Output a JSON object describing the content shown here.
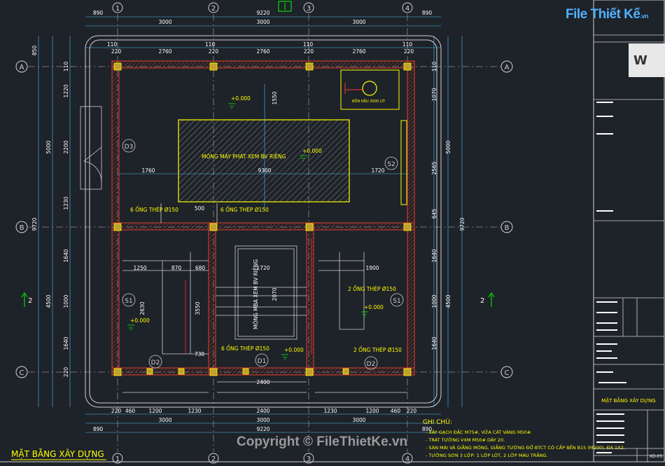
{
  "colors": {
    "bg": "#1e2229",
    "wall": "#c0392b",
    "dim": "#4fc3f7",
    "text": "#ffffff",
    "yellow": "#ffff00",
    "green": "#00ff00",
    "grid": "#8a8a8a"
  },
  "drawing_title": "MẶT BẰNG XÂY DỰNG",
  "watermark": {
    "logo_main": "File Thiết Kế",
    "logo_suffix": ".vn",
    "copyright": "Copyright © FileThietKe.vn"
  },
  "grid_cols": [
    "1",
    "2",
    "3",
    "4"
  ],
  "grid_rows": [
    "A",
    "B",
    "C"
  ],
  "dims_top": {
    "overall": "9220",
    "left_margin": "890",
    "right_margin": "890",
    "bays": [
      "3000",
      "3000",
      "3000"
    ],
    "col_segments": [
      "110",
      "110",
      "110",
      "110"
    ],
    "inner": [
      "220",
      "2760",
      "220",
      "2760",
      "220",
      "2760",
      "220"
    ]
  },
  "dims_bottom": {
    "overall": "9220",
    "left_margin": "890",
    "right_margin": "890",
    "bays": [
      "3000",
      "3000",
      "3000"
    ],
    "segments": [
      "220",
      "460",
      "1200",
      "1230",
      "2400",
      "1230",
      "1200",
      "460",
      "220"
    ],
    "bays_inner": [
      "2400"
    ]
  },
  "dims_left": {
    "overall": "9720",
    "bays": [
      "5000",
      "4500"
    ],
    "top": "850",
    "segments": [
      "110",
      "1220",
      "2200",
      "1230",
      "1640",
      "1000",
      "1640",
      "220"
    ]
  },
  "dims_right": {
    "overall": "9720",
    "bays": [
      "5000",
      "4500"
    ],
    "segments": [
      "110",
      "1070",
      "2565",
      "645",
      "1640",
      "1000",
      "1640"
    ]
  },
  "labels": {
    "tank": "BỒN DẦU 2000 LÍT",
    "generator": "MÓNG MÁY PHÁT XEM BV RIÊNG",
    "transformer": "MÓNG MBA XEM BV RIÊNG",
    "elev_main": "+0.000",
    "pipe6_left": "6 ỐNG THÉP Ø150",
    "pipe6_mid": "6 ỐNG THÉP Ø150",
    "pipe6_bottom": "6 ỐNG THÉP Ø150",
    "pipe2_right": "2 ỐNG THÉP Ø150",
    "pipe2_bottom": "2 ỐNG THÉP Ø150",
    "door_d1": "D1",
    "door_d2": "D2",
    "door_d3": "D3",
    "win_s1": "S1",
    "win_s2": "S2",
    "section": "2",
    "d_1760": "1760",
    "d_9300": "9300",
    "d_1720": "1720",
    "d_1250": "1250",
    "d_870": "870",
    "d_680": "680",
    "d_1900": "1900",
    "d_2070": "2070",
    "d_1550": "1550",
    "d_500": "500",
    "d_3550": "3550",
    "d_2630": "2630",
    "d_730": "730"
  },
  "notes": {
    "title": "GHI CHÚ:",
    "lines": [
      "- XÂY GẠCH ĐẶC M75#, VỮA CÁT VÀNG M50#.",
      "- TRÁT TƯỜNG VXM M50# DÀY 20.",
      "- SÀN MÁI VÀ GIẰNG MÓNG, GIẰNG TƯỜNG ĐỔ BTCT CÓ CẤP BỀN B15 (M200), ĐÁ 1X2.",
      "- TƯỜNG SƠN 3 LỚP: 1 LỚP LÓT, 2 LỚP MÀU TRẮNG."
    ]
  },
  "title_block": {
    "sheet_name": "MẶT BẰNG XÂY DỰNG",
    "sheet_no": "XD-05",
    "logo_letter": "W"
  }
}
